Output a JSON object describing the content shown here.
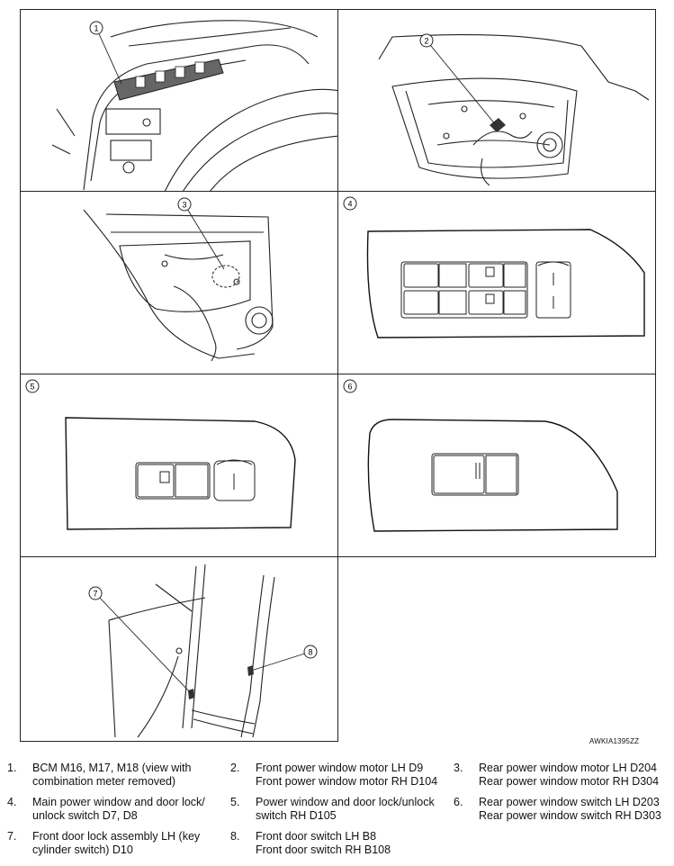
{
  "figure_code": "AWKIA1395ZZ",
  "callouts": [
    "1",
    "2",
    "3",
    "4",
    "5",
    "6",
    "7",
    "8"
  ],
  "legend": [
    {
      "num": "1.",
      "lines": [
        "BCM M16, M17, M18 (view with",
        "combination meter removed)"
      ]
    },
    {
      "num": "2.",
      "lines": [
        "Front power window motor LH D9",
        "Front power window motor RH D104"
      ]
    },
    {
      "num": "3.",
      "lines": [
        "Rear power window motor LH D204",
        "Rear power window motor RH D304"
      ]
    },
    {
      "num": "4.",
      "lines": [
        "Main power window and door lock/",
        "unlock switch D7, D8"
      ]
    },
    {
      "num": "5.",
      "lines": [
        "Power window and door lock/unlock",
        "switch RH D105"
      ]
    },
    {
      "num": "6.",
      "lines": [
        "Rear power window switch LH D203",
        "Rear power window switch RH D303"
      ]
    },
    {
      "num": "7.",
      "lines": [
        "Front door lock assembly LH (key",
        "cylinder switch) D10"
      ]
    },
    {
      "num": "8.",
      "lines": [
        "Front door switch LH B8",
        "Front door switch RH B108"
      ]
    }
  ]
}
